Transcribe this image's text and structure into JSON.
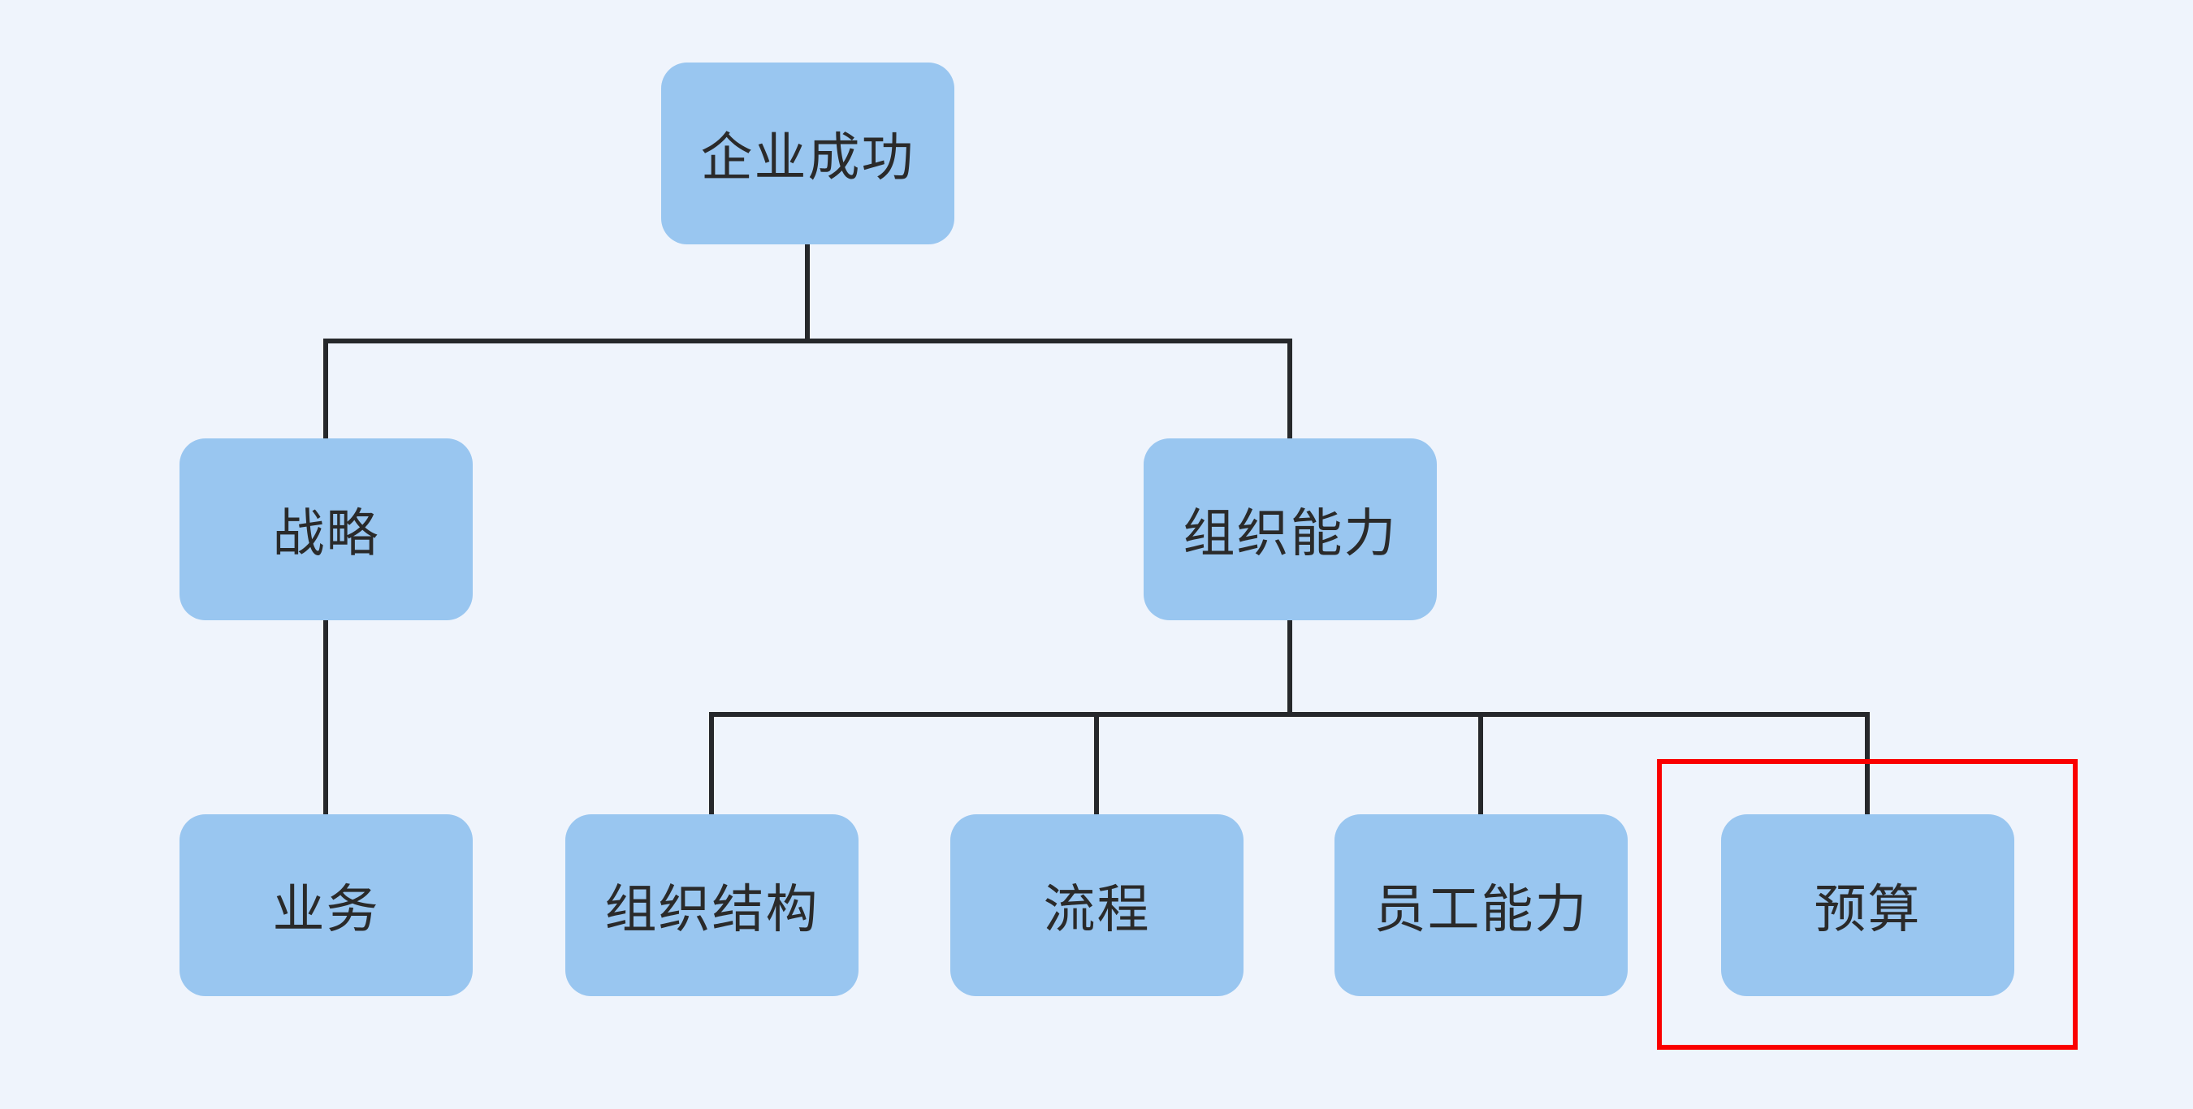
{
  "diagram": {
    "type": "tree",
    "background_color": "#eff4fc",
    "node_fill_color": "#99c6f0",
    "node_text_color": "#2a2a2a",
    "connector_color": "#26282b",
    "highlight_color": "#fa0000",
    "highlighted_node": "budget",
    "nodes": [
      {
        "id": "enterprise-success",
        "label": "企业成功",
        "parent": null
      },
      {
        "id": "strategy",
        "label": "战略",
        "parent": "enterprise-success"
      },
      {
        "id": "org-capability",
        "label": "组织能力",
        "parent": "enterprise-success"
      },
      {
        "id": "business",
        "label": "业务",
        "parent": "strategy"
      },
      {
        "id": "org-structure",
        "label": "组织结构",
        "parent": "org-capability"
      },
      {
        "id": "process",
        "label": "流程",
        "parent": "org-capability"
      },
      {
        "id": "employee-capability",
        "label": "员工能力",
        "parent": "org-capability"
      },
      {
        "id": "budget",
        "label": "预算",
        "parent": "org-capability"
      }
    ]
  }
}
